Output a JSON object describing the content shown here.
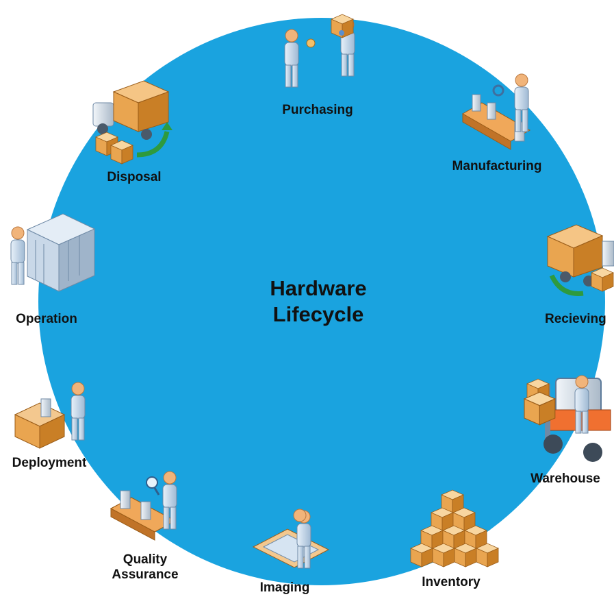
{
  "diagram": {
    "center_title_line1": "Hardware",
    "center_title_line2": "Lifecycle",
    "circle_color": "#1aa3df",
    "stages": [
      {
        "id": "purchasing",
        "label": "Purchasing",
        "icon": "handover-icon"
      },
      {
        "id": "manufacturing",
        "label": "Manufacturing",
        "icon": "assembly-line-icon"
      },
      {
        "id": "receiving",
        "label": "Recieving",
        "icon": "delivery-truck-icon"
      },
      {
        "id": "warehouse",
        "label": "Warehouse",
        "icon": "forklift-icon"
      },
      {
        "id": "inventory",
        "label": "Inventory",
        "icon": "stacked-boxes-icon"
      },
      {
        "id": "imaging",
        "label": "Imaging",
        "icon": "imaging-workstation-icon"
      },
      {
        "id": "quality-assurance",
        "label_line1": "Quality",
        "label_line2": "Assurance",
        "icon": "inspection-line-icon"
      },
      {
        "id": "deployment",
        "label": "Deployment",
        "icon": "unboxing-icon"
      },
      {
        "id": "operation",
        "label": "Operation",
        "icon": "server-rack-icon"
      },
      {
        "id": "disposal",
        "label": "Disposal",
        "icon": "disposal-truck-icon"
      }
    ]
  }
}
